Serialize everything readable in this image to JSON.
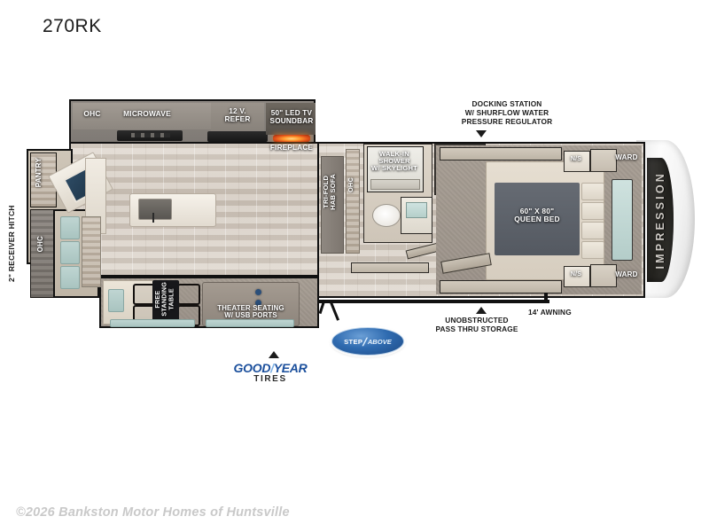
{
  "page": {
    "model_title": "270RK",
    "footer_copyright": "©2026 Bankston Motor Homes of Huntsville"
  },
  "brand": {
    "rear_cap_name": "IMPRESSION"
  },
  "colors": {
    "outline": "#111111",
    "label_text": "#ffffff",
    "callout_text": "#1b1b1b",
    "goodyear_blue": "#1b4f9c",
    "step_above_blue": "#2f6bb0",
    "mattress_gray": "#5b6068",
    "fireplace_orange": "#e2521a",
    "footer_gray": "#c9c9c9",
    "floor_wood": "#cfc5ba",
    "carpet_gray": "#9b9289"
  },
  "interior_labels": [
    {
      "id": "ohc-galley",
      "text": "OHC"
    },
    {
      "id": "microwave",
      "text": "MICROWAVE"
    },
    {
      "id": "refer",
      "text": "12 V.\nREFER"
    },
    {
      "id": "led-tv-soundbar",
      "text": "50\" LED TV\nSOUNDBAR"
    },
    {
      "id": "fireplace",
      "text": "FIREPLACE"
    },
    {
      "id": "pantry",
      "text": "PANTRY"
    },
    {
      "id": "ohc-front",
      "text": "OHC"
    },
    {
      "id": "free-standing-table",
      "text": "FREE\nSTANDING\nTABLE"
    },
    {
      "id": "theater-seating",
      "text": "THEATER SEATING\nW/ USB PORTS"
    },
    {
      "id": "tri-fold-sofa",
      "text": "TRI-FOLD\nHAB SOFA"
    },
    {
      "id": "ohc-sofa",
      "text": "OHC"
    },
    {
      "id": "walk-in-shower",
      "text": "WALK-IN\nSHOWER\nW/ SKYLIGHT"
    },
    {
      "id": "wardrobe-washer",
      "text": "WARDROBE\nWASHER /\nDRYER PREP"
    },
    {
      "id": "queen-bed",
      "text": "60\" X 80\"\nQUEEN BED"
    },
    {
      "id": "nightstand-top",
      "text": "N/S"
    },
    {
      "id": "nightstand-bot",
      "text": "N/S"
    },
    {
      "id": "wardrobe-top",
      "text": "WARD"
    },
    {
      "id": "wardrobe-bot",
      "text": "WARD"
    }
  ],
  "callouts": [
    {
      "id": "docking-station",
      "text": "DOCKING STATION\nW/ SHURFLOW WATER\nPRESSURE REGULATOR",
      "arrow": "down"
    },
    {
      "id": "pass-thru-storage",
      "text": "UNOBSTRUCTED\nPASS THRU STORAGE",
      "arrow": "up"
    },
    {
      "id": "awning",
      "text": "14' AWNING",
      "arrow": "none"
    },
    {
      "id": "receiver-hitch",
      "text": "2\" RECEIVER HITCH",
      "arrow": "none"
    }
  ],
  "badges": {
    "step_above": {
      "line1": "STEP",
      "line2": "ABOVE"
    },
    "goodyear": {
      "name_a": "GOOD",
      "name_b": "YEAR",
      "sub": "TIRES"
    }
  }
}
